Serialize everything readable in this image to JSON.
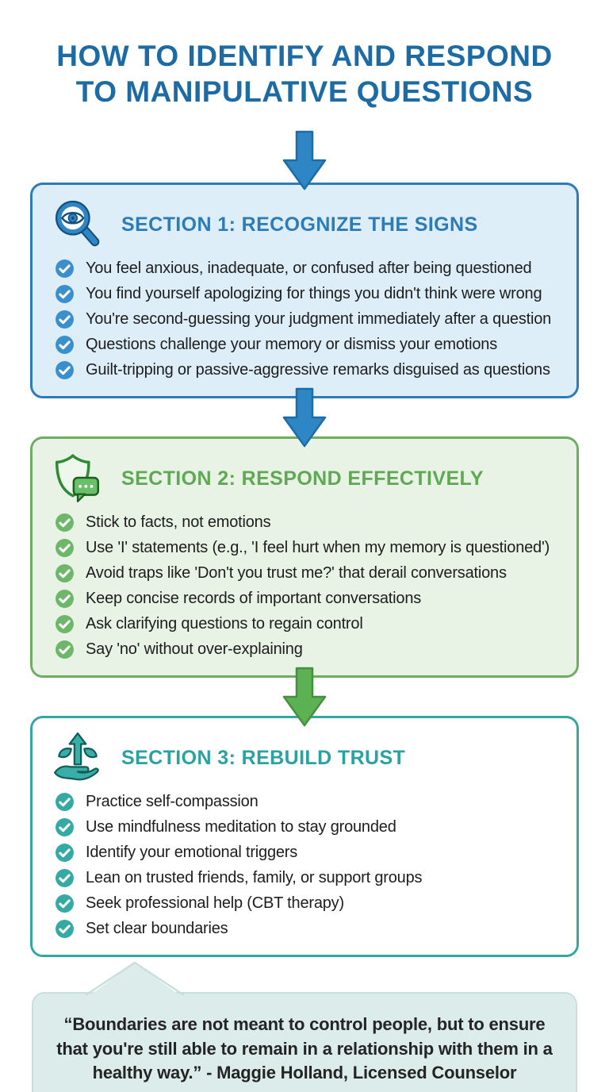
{
  "title": {
    "line1": "HOW TO IDENTIFY AND RESPOND",
    "line2": "TO MANIPULATIVE QUESTIONS"
  },
  "sections": [
    {
      "heading": "SECTION 1: RECOGNIZE THE SIGNS",
      "icon": "magnifier-eye-icon",
      "accent": "#2e7cb5",
      "background": "#ddeef8",
      "check_color": "#3990cc",
      "items": [
        "You feel anxious, inadequate, or confused after being questioned",
        "You find yourself apologizing for things you didn't think were wrong",
        "You're second-guessing your judgment immediately after a question",
        "Questions challenge your memory or dismiss your emotions",
        "Guilt-tripping or passive-aggressive remarks disguised as questions"
      ]
    },
    {
      "heading": "SECTION 2: RESPOND EFFECTIVELY",
      "icon": "shield-chat-icon",
      "accent": "#5fa854",
      "background": "#e9f3e5",
      "check_color": "#6cb76a",
      "items": [
        "Stick to facts, not emotions",
        "Use 'I' statements (e.g., 'I feel hurt when my memory is questioned')",
        "Avoid traps like 'Don't you trust me?' that derail conversations",
        "Keep concise records of important conversations",
        "Ask clarifying questions to regain control",
        "Say 'no' without over-explaining"
      ]
    },
    {
      "heading": "SECTION 3: REBUILD TRUST",
      "icon": "growth-hand-icon",
      "accent": "#2aa29f",
      "background": "#ffffff",
      "check_color": "#35aaa5",
      "items": [
        "Practice self-compassion",
        "Use mindfulness meditation to stay grounded",
        "Identify your emotional triggers",
        "Lean on trusted friends, family, or support groups",
        "Seek professional help (CBT therapy)",
        "Set clear boundaries"
      ]
    }
  ],
  "arrows": [
    {
      "name": "blue-down-arrow",
      "fill": "#2e86c4",
      "stroke": "#1d6ca6"
    },
    {
      "name": "blue-down-arrow",
      "fill": "#2e86c4",
      "stroke": "#1d6ca6"
    },
    {
      "name": "green-down-arrow",
      "fill": "#5cb153",
      "stroke": "#468f42"
    }
  ],
  "quote": {
    "text": "“Boundaries are not meant to control people, but to ensure that you're still able to remain in a relationship with them in a healthy way.” - Maggie Holland, Licensed Counselor",
    "background": "#dcecea",
    "border": "#c9dfdb"
  },
  "colors": {
    "title": "#1c6ba4",
    "body_text": "#1d1d1d",
    "page_background": "#ffffff"
  }
}
